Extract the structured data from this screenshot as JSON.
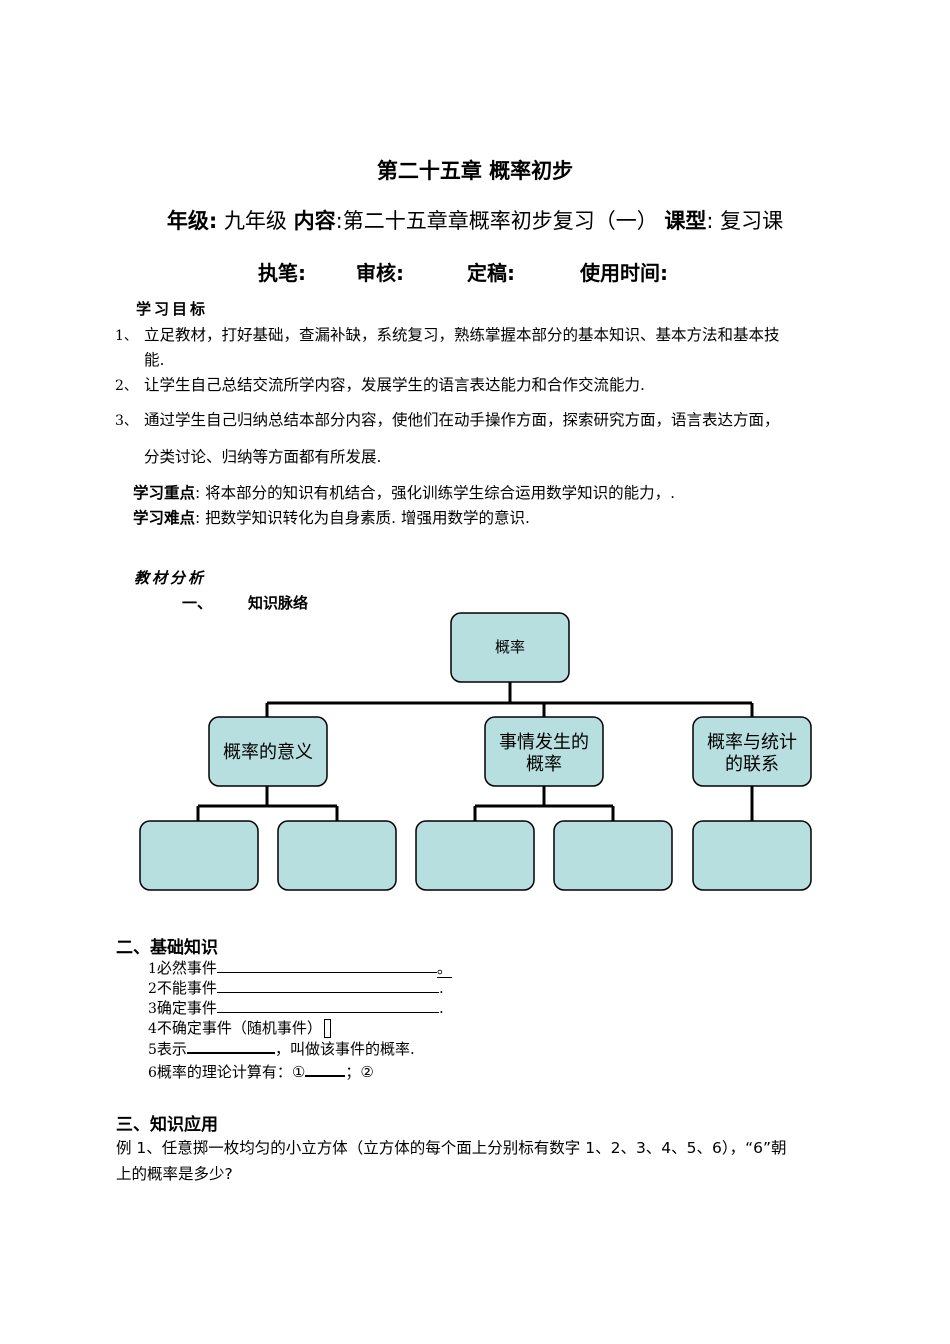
{
  "header": {
    "title": "第二十五章 概率初步",
    "grade_label": "年级:",
    "grade_value": "九年级",
    "content_label": "内容",
    "content_value": ":第二十五章章概率初步复习（一）",
    "type_label": "课型",
    "type_value": ": 复习课",
    "author_label": "执笔:",
    "reviewer_label": "审核:",
    "final_label": "定稿:",
    "time_label": "使用时间:"
  },
  "objectives": {
    "heading": "学习目标",
    "items": [
      {
        "num": "1、",
        "line1": "立足教材，打好基础，查漏补缺，系统复习，熟练掌握本部分的基本知识、基本方法和基本技",
        "line2": "能."
      },
      {
        "num": "2、",
        "line1": "让学生自己总结交流所学内容，发展学生的语言表达能力和合作交流能力."
      },
      {
        "num": "3、",
        "line1": "通过学生自己归纳总结本部分内容，使他们在动手操作方面，探索研究方面，语言表达方面，",
        "line2": "分类讨论、归纳等方面都有所发展."
      }
    ],
    "key_label": "学习重点",
    "key_text": ": 将本部分的知识有机结合，强化训练学生综合运用数学知识的能力，.",
    "difficulty_label": "学习难点",
    "difficulty_text": ": 把数学知识转化为自身素质. 增强用数学的意识."
  },
  "analysis": {
    "heading": "教材分析",
    "sub_num": "一、",
    "sub_title": "知识脉络"
  },
  "diagram": {
    "root": "概率",
    "child1": "概率的意义",
    "child2_line1": "事情发生的",
    "child2_line2": "概率",
    "child3_line1": "概率与统计",
    "child3_line2": "的联系",
    "box_fill": "#b8dfe0",
    "line_color": "#000000"
  },
  "basics": {
    "heading": "二、基础知识",
    "items": [
      {
        "num": "1",
        "text": "必然事件",
        "end": "。"
      },
      {
        "num": "2",
        "text": "不能事件",
        "end": "."
      },
      {
        "num": "3",
        "text": "确定事件",
        "end": "."
      },
      {
        "num": "4",
        "text": "不确定事件（随机事件）"
      },
      {
        "num": "5",
        "text": "表示",
        "end": "，叫做该事件的概率."
      },
      {
        "num": "6",
        "text": "概率的理论计算有：①",
        "mid": "；②"
      }
    ]
  },
  "application": {
    "heading": "三、知识应用",
    "example_line1": "例 1、任意掷一枚均匀的小立方体（立方体的每个面上分别标有数字 1、2、3、4、5、6），“6”朝",
    "example_line2": "上的概率是多少?"
  }
}
